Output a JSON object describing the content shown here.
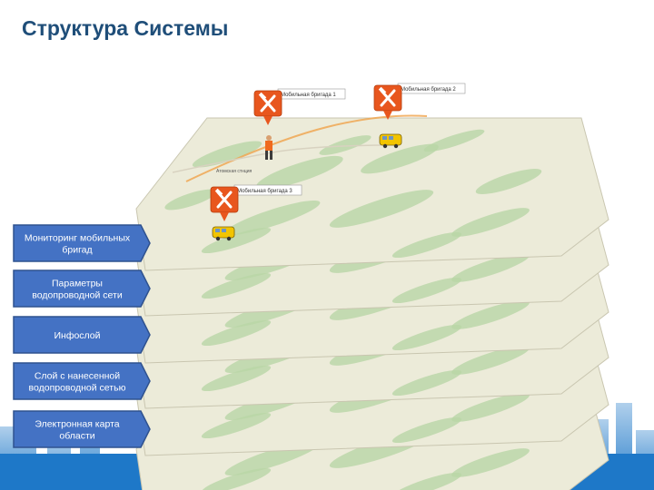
{
  "slide": {
    "title": "Структура Системы"
  },
  "layers": [
    {
      "label_lines": [
        "Мониторинг мобильных",
        "бригад"
      ]
    },
    {
      "label_lines": [
        "Параметры",
        "водопроводной сети"
      ]
    },
    {
      "label_lines": [
        "Инфослой"
      ]
    },
    {
      "label_lines": [
        "Слой с нанесенной",
        "водопроводной сетью"
      ]
    },
    {
      "label_lines": [
        "Электронная карта",
        "области"
      ]
    }
  ],
  "brigade_callouts": [
    {
      "label": "Мобильная бригада 1",
      "icon": "wrench-hammer-icon"
    },
    {
      "label": "Мобильная бригада 2",
      "icon": "wrench-hammer-icon"
    },
    {
      "label": "Мобильная бригада 3",
      "icon": "wrench-hammer-icon"
    }
  ],
  "map_labels": [
    "Атомская стнция"
  ],
  "colors": {
    "title": "#1f4e79",
    "label_fill": "#4472c4",
    "label_stroke": "#2f528f",
    "label_text": "#ffffff",
    "brigade_marker": "#e8561e",
    "bus": "#f2c400",
    "map_base": "#ecebd9",
    "map_green": "#b9d6a6",
    "skyline": "#1e78c8"
  }
}
